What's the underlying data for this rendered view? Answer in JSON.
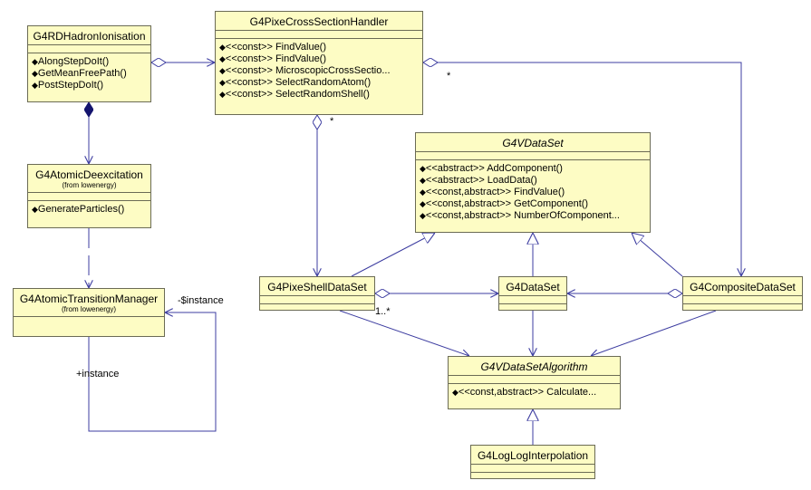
{
  "classes": {
    "hadron": {
      "name": "G4RDHadronIonisation",
      "ops": [
        "AlongStepDoIt()",
        "GetMeanFreePath()",
        "PostStepDoIt()"
      ]
    },
    "handler": {
      "name": "G4PixeCrossSectionHandler",
      "ops": [
        "<<const>> FindValue()",
        "<<const>> FindValue()",
        "<<const>> MicroscopicCrossSectio...",
        "<<const>> SelectRandomAtom()",
        "<<const>> SelectRandomShell()"
      ]
    },
    "deexcitation": {
      "name": "G4AtomicDeexcitation",
      "package": "(from lowenergy)",
      "ops": [
        "GenerateParticles()"
      ]
    },
    "transition": {
      "name": "G4AtomicTransitionManager",
      "package": "(from lowenergy)"
    },
    "vdataset": {
      "name": "G4VDataSet",
      "ops": [
        "<<abstract>> AddComponent()",
        "<<abstract>> LoadData()",
        "<<const,abstract>> FindValue()",
        "<<const,abstract>> GetComponent()",
        "<<const,abstract>> NumberOfComponent..."
      ]
    },
    "shell": {
      "name": "G4PixeShellDataSet"
    },
    "dataset": {
      "name": "G4DataSet"
    },
    "composite": {
      "name": "G4CompositeDataSet"
    },
    "algorithm": {
      "name": "G4VDataSetAlgorithm",
      "ops": [
        "<<const,abstract>> Calculate..."
      ]
    },
    "loglog": {
      "name": "G4LogLogInterpolation"
    }
  },
  "labels": {
    "star_handler_shell": "*",
    "star_handler_composite": "*",
    "mult_shell": "1..*",
    "self_instance": "-$instance",
    "plus_instance": "+instance"
  },
  "bullet": "◆",
  "colors": {
    "class_fill": "#fdfcc4",
    "line": "#3c3ca0",
    "border": "#6b6b55"
  }
}
